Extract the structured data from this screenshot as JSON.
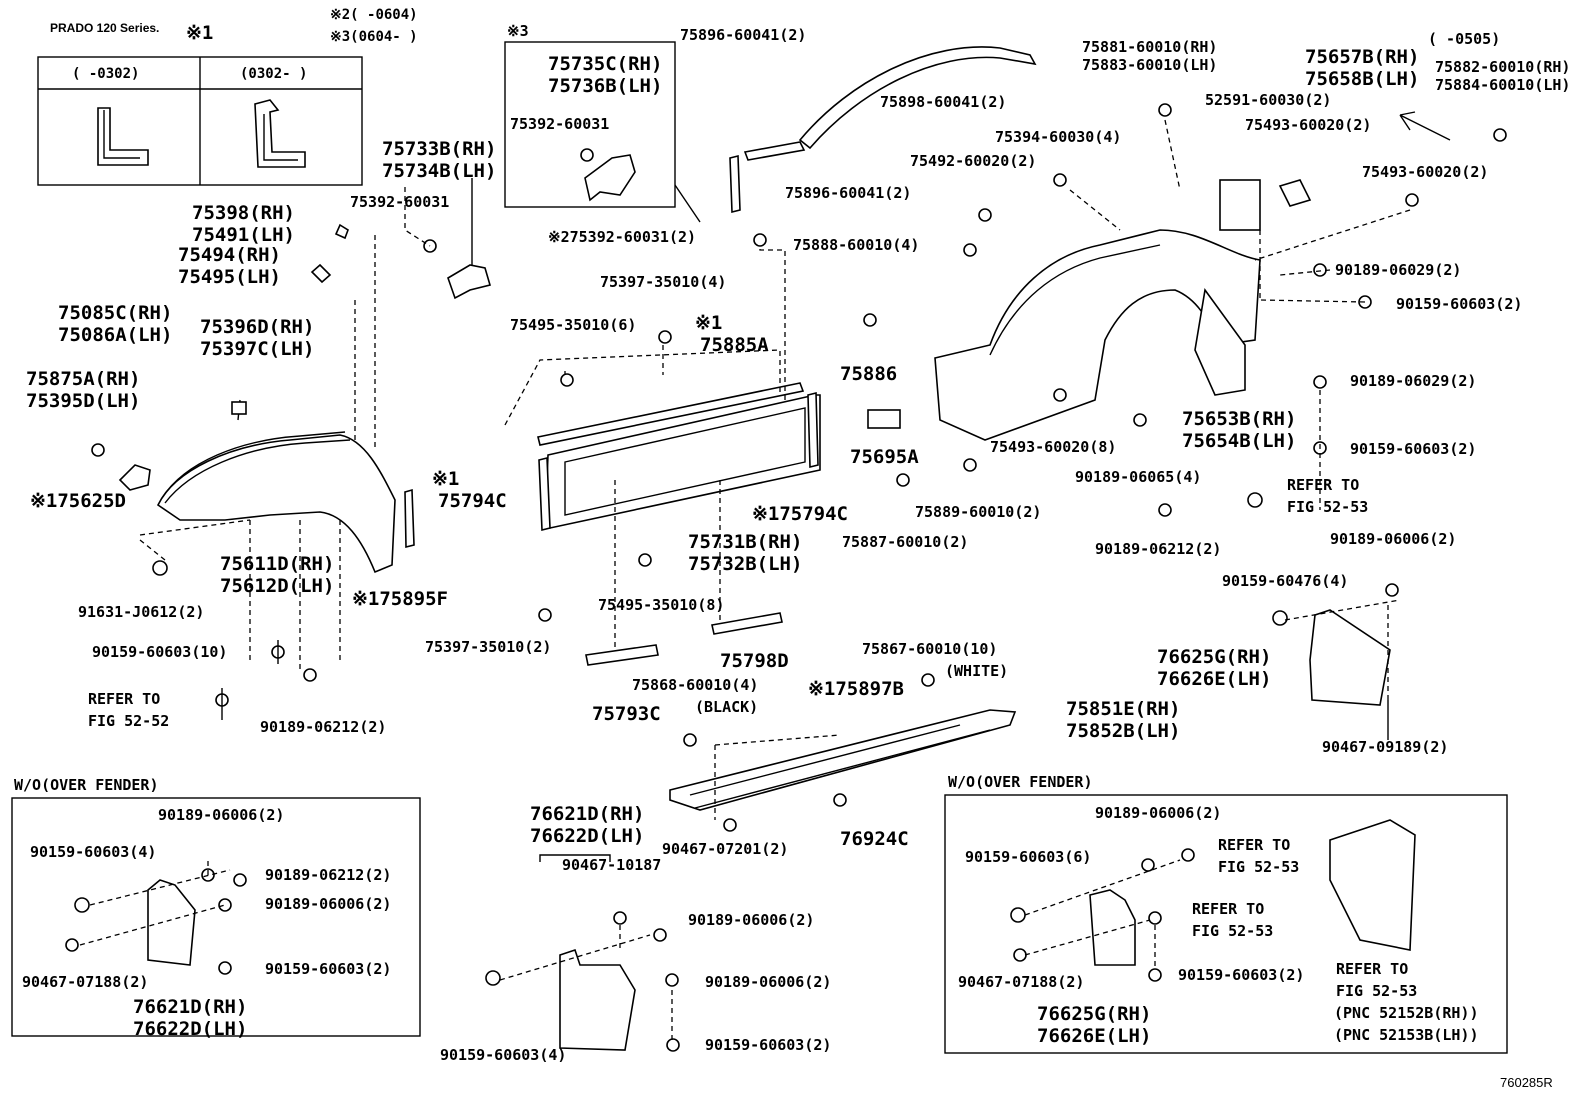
{
  "diagram": {
    "title": "PRADO 120 Series.",
    "figure_code": "760285R",
    "inset_note_1": {
      "mark": "※1",
      "col1": "(      -0302)",
      "col2": "(0302-      )"
    },
    "notes_top": {
      "note2": "※2(      -0604)",
      "note3": "※3(0604-      )"
    },
    "labels": {
      "l_75735C": "75735C(RH)",
      "l_75736B": "75736B(LH)",
      "l_75392_60031_a": "75392-60031",
      "mark3": "※3",
      "l_75896_60041_a": "75896-60041(2)",
      "l_75898_60041": "75898-60041(2)",
      "l_75896_60041_b": "75896-60041(2)",
      "l_75733B": "75733B(RH)",
      "l_75734B": "75734B(LH)",
      "l_75392_60031_b": "75392-60031",
      "l_75392_60031_c": "※275392-60031(2)",
      "l_75888_60010": "75888-60010(4)",
      "l_75398": "75398(RH)",
      "l_75491": "75491(LH)",
      "l_75494": "75494(RH)",
      "l_75495": "75495(LH)",
      "l_75085C": "75085C(RH)",
      "l_75086A": "75086A(LH)",
      "l_75396D": "75396D(RH)",
      "l_75397C": "75397C(LH)",
      "l_75875A": "75875A(RH)",
      "l_75395D": "75395D(LH)",
      "l_75625D": "※175625D",
      "l_75611D": "75611D(RH)",
      "l_75612D": "75612D(LH)",
      "l_75895F": "※175895F",
      "l_91631": "91631-J0612(2)",
      "l_90159_60603_10": "90159-60603(10)",
      "l_refer_52_52_a": "REFER TO",
      "l_refer_52_52_b": "FIG 52-52",
      "l_90189_06212_2a": "90189-06212(2)",
      "l_75397_35010_4": "75397-35010(4)",
      "l_75495_35010_6": "75495-35010(6)",
      "mark1_a": "※1",
      "l_75885A": "75885A",
      "mark1_b": "※1",
      "l_75794C_a": "75794C",
      "l_75794C_b": "※175794C",
      "l_75731B": "75731B(RH)",
      "l_75732B": "75732B(LH)",
      "l_75495_35010_8": "75495-35010(8)",
      "l_75397_35010_2": "75397-35010(2)",
      "l_75798D": "75798D",
      "l_75868": "75868-60010(4)",
      "l_black": "(BLACK)",
      "l_75793C": "75793C",
      "l_75867": "75867-60010(10)",
      "l_white": "(WHITE)",
      "l_75897B": "※175897B",
      "l_75851E": "75851E(RH)",
      "l_75852B": "75852B(LH)",
      "l_90467_07201": "90467-07201(2)",
      "l_76924C": "76924C",
      "l_75881": "75881-60010(RH)",
      "l_75883": "75883-60010(LH)",
      "l_75657B": "75657B(RH)",
      "l_75658B": "75658B(LH)",
      "l_0505": "(      -0505)",
      "l_75882": "75882-60010(RH)",
      "l_75884": "75884-60010(LH)",
      "l_52591": "52591-60030(2)",
      "l_75493_60020_2a": "75493-60020(2)",
      "l_75394": "75394-60030(4)",
      "l_75492": "75492-60020(2)",
      "l_75493_60020_2b": "75493-60020(2)",
      "l_90189_06029_a": "90189-06029(2)",
      "l_90159_60603_2a": "90159-60603(2)",
      "l_75886": "75886",
      "l_75695A": "75695A",
      "l_75493_60020_8": "75493-60020(8)",
      "l_75653B": "75653B(RH)",
      "l_75654B": "75654B(LH)",
      "l_90189_06029_b": "90189-06029(2)",
      "l_90159_60603_2b": "90159-60603(2)",
      "l_90189_06065": "90189-06065(4)",
      "l_75889": "75889-60010(2)",
      "l_75887": "75887-60010(2)",
      "l_refer_52_53_a1": "REFER TO",
      "l_refer_52_53_a2": "FIG 52-53",
      "l_90189_06212_2b": "90189-06212(2)",
      "l_90189_06006_r": "90189-06006(2)",
      "l_90159_60476": "90159-60476(4)",
      "l_76625G_a": "76625G(RH)",
      "l_76626E_a": "76626E(LH)",
      "l_90467_09189": "90467-09189(2)",
      "l_76621D_a": "76621D(RH)",
      "l_76622D_a": "76622D(LH)",
      "l_90467_10187": "90467-10187",
      "l_90189_06006_m1": "90189-06006(2)",
      "l_90189_06006_m2": "90189-06006(2)",
      "l_90159_60603_m": "90159-60603(2)",
      "l_90159_60603_4m": "90159-60603(4)"
    },
    "left_box": {
      "header": "W/O(OVER FENDER)",
      "l_90189_06006_a": "90189-06006(2)",
      "l_90159_60603_4": "90159-60603(4)",
      "l_90189_06212": "90189-06212(2)",
      "l_90189_06006_b": "90189-06006(2)",
      "l_90467_07188": "90467-07188(2)",
      "l_90159_60603_2": "90159-60603(2)",
      "l_76621D": "76621D(RH)",
      "l_76622D": "76622D(LH)"
    },
    "right_box": {
      "header": "W/O(OVER FENDER)",
      "l_90189_06006": "90189-06006(2)",
      "l_90159_60603_6": "90159-60603(6)",
      "l_refer1a": "REFER TO",
      "l_refer1b": "FIG 52-53",
      "l_refer2a": "REFER TO",
      "l_refer2b": "FIG 52-53",
      "l_90467_07188": "90467-07188(2)",
      "l_90159_60603_2": "90159-60603(2)",
      "l_76625G": "76625G(RH)",
      "l_76626E": "76626E(LH)",
      "l_refer3a": "REFER TO",
      "l_refer3b": "FIG 52-53",
      "l_pnc1": "(PNC 52152B(RH))",
      "l_pnc2": "(PNC 52153B(LH))"
    }
  }
}
